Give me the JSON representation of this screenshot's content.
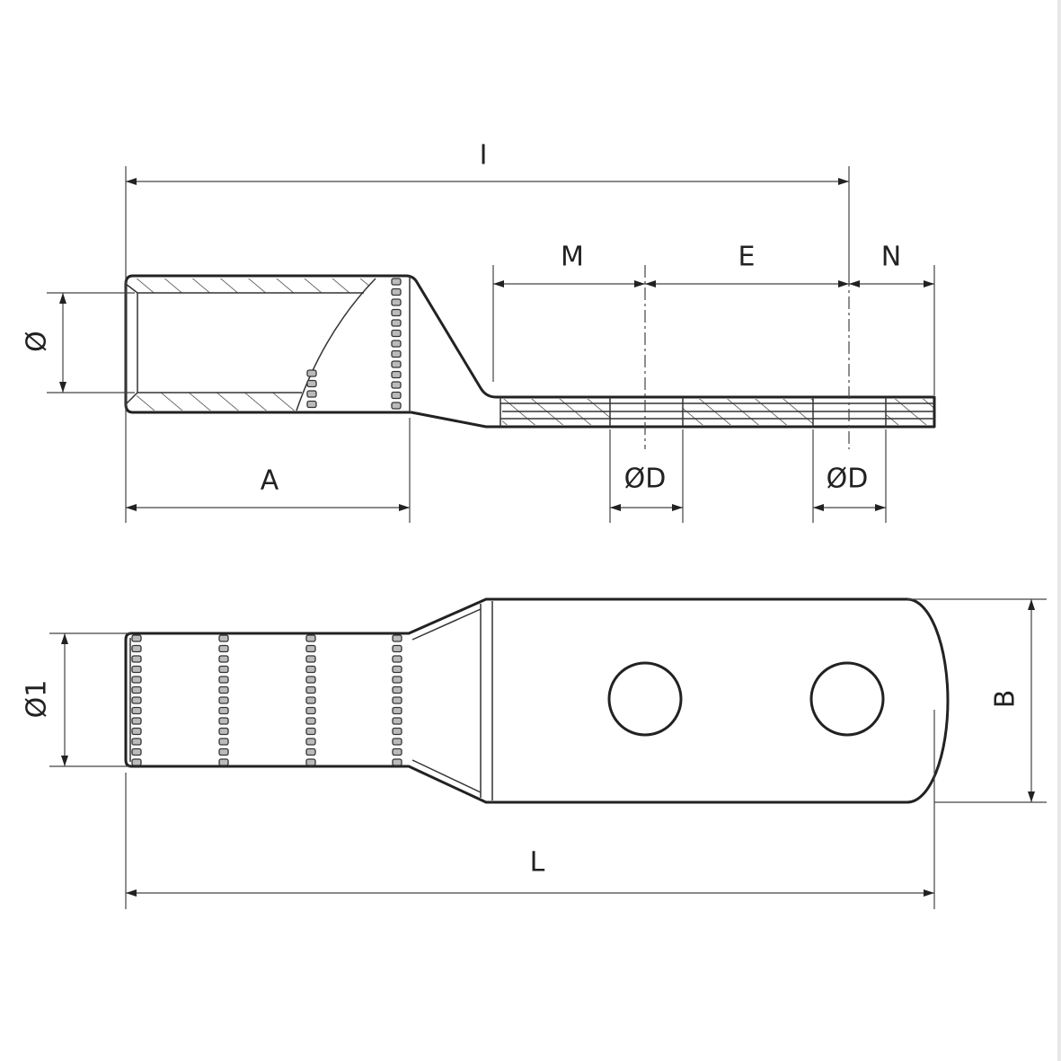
{
  "labels": {
    "overall_length_top": "I",
    "dim_m": "M",
    "dim_e": "E",
    "dim_n": "N",
    "bore_diameter": "Ø",
    "barrel_length": "A",
    "hole_diameter_1": "ØD",
    "hole_diameter_2": "ØD",
    "outer_diameter": "Ø1",
    "palm_width": "B",
    "overall_length": "L"
  },
  "colors": {
    "line": "#222222",
    "background": "#ffffff"
  }
}
